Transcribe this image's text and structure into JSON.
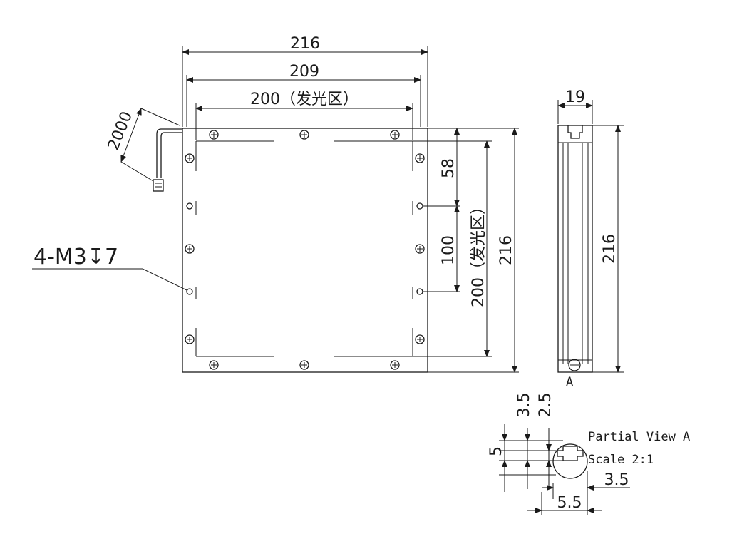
{
  "dimensions": {
    "top_width_overall": "216",
    "top_width_mid": "209",
    "top_width_emitting": "200（发光区）",
    "cable_length": "2000",
    "side_spacing_1": "58",
    "side_spacing_2": "100",
    "side_height_emitting": "200（发光区）",
    "side_height_overall": "216",
    "side_view_thickness": "19",
    "side_view_height": "216",
    "detail_3_5_top": "3.5",
    "detail_2_5_top": "2.5",
    "detail_5": "5",
    "detail_3_5_bottom": "3.5",
    "detail_5_5": "5.5"
  },
  "callouts": {
    "hole_spec": "4-M3↧7",
    "view_marker": "A",
    "partial_view_title": "Partial View A",
    "partial_view_scale": "Scale 2:1"
  },
  "colors": {
    "line": "#1a1a1a",
    "background": "#ffffff"
  }
}
